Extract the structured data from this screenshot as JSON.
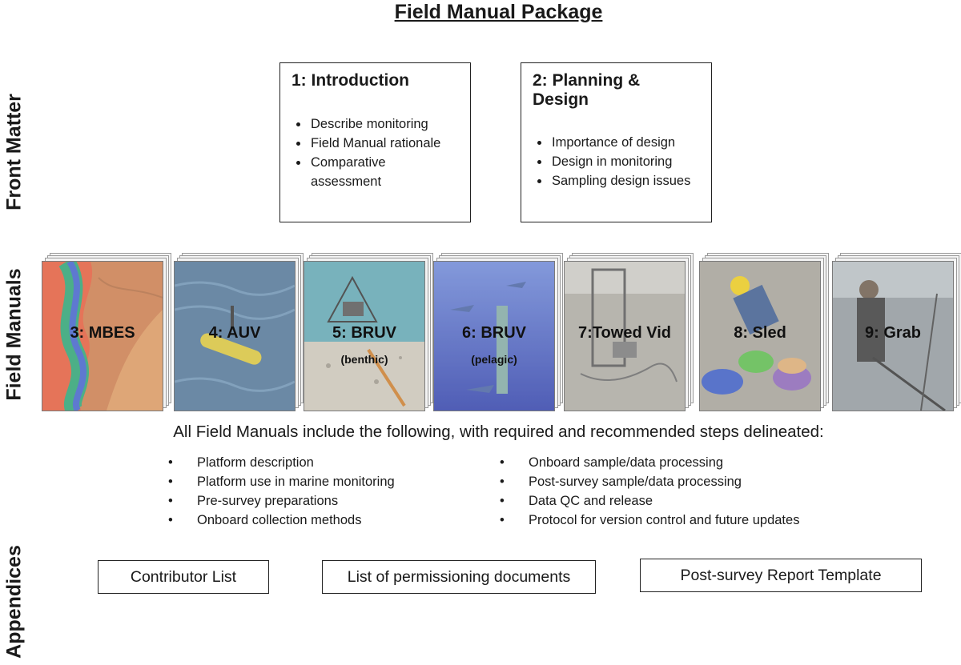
{
  "title": "Field Manual Package",
  "section_labels": {
    "front_matter": "Front Matter",
    "field_manuals": "Field Manuals",
    "appendices": "Appendices"
  },
  "front_matter": [
    {
      "title": "1: Introduction",
      "items": [
        "Describe monitoring",
        "Field Manual rationale",
        "Comparative assessment"
      ]
    },
    {
      "title": "2: Planning & Design",
      "items": [
        "Importance of design",
        "Design in monitoring",
        "Sampling design issues"
      ]
    }
  ],
  "manuals": [
    {
      "label": "3: MBES",
      "sublabel": "",
      "icon": "bathymetry-map"
    },
    {
      "label": "4: AUV",
      "sublabel": "",
      "icon": "auv-underwater"
    },
    {
      "label": "5: BRUV",
      "sublabel": "(benthic)",
      "icon": "benthic-camera-frame"
    },
    {
      "label": "6: BRUV",
      "sublabel": "(pelagic)",
      "icon": "pelagic-sharks"
    },
    {
      "label": "7:Towed Vid",
      "sublabel": "",
      "icon": "towed-video-frame"
    },
    {
      "label": "8: Sled",
      "sublabel": "",
      "icon": "sled-samples-tubs"
    },
    {
      "label": "9: Grab",
      "sublabel": "",
      "icon": "grab-sampler-boat"
    }
  ],
  "includes_text": "All Field Manuals include the following, with required and recommended steps delineated:",
  "includes_left": [
    "Platform description",
    "Platform use in marine monitoring",
    "Pre-survey preparations",
    "Onboard collection methods"
  ],
  "includes_right": [
    "Onboard sample/data processing",
    "Post-survey sample/data processing",
    "Data QC and release",
    "Protocol for version control and future updates"
  ],
  "appendices": [
    "Contributor List",
    "List of permissioning documents",
    "Post-survey Report Template"
  ]
}
